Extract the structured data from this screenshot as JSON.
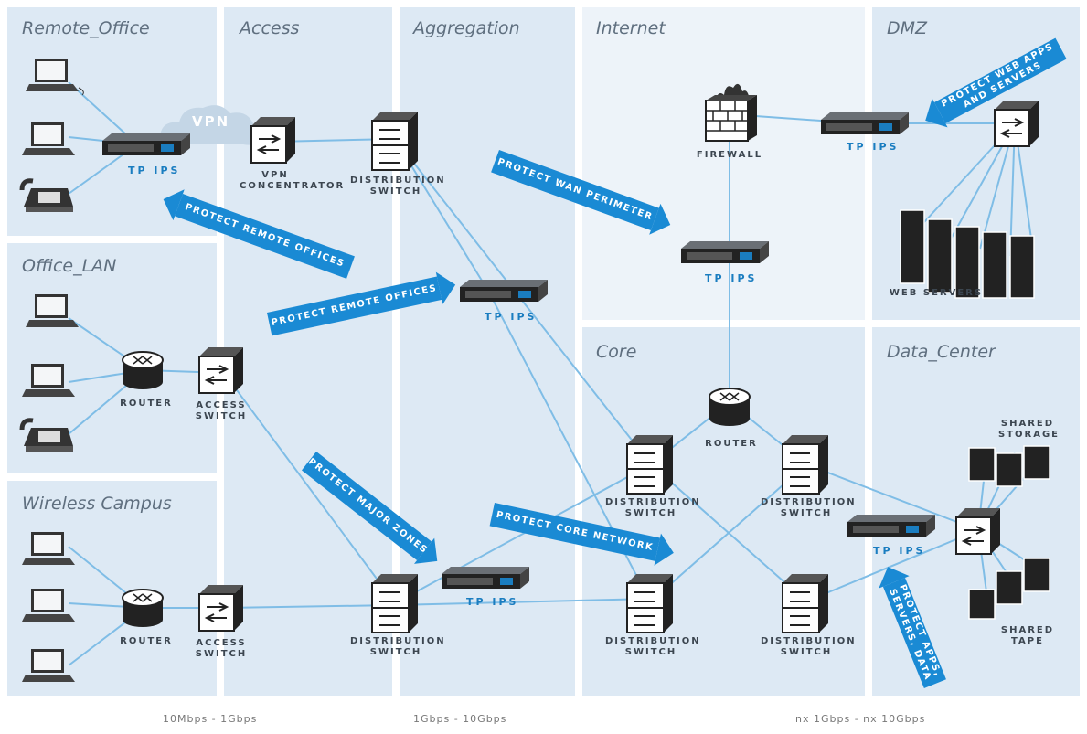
{
  "zones": {
    "remote_office": "Remote_Office",
    "access": "Access",
    "aggregation": "Aggregation",
    "internet": "Internet",
    "dmz": "DMZ",
    "office_lan": "Office_LAN",
    "core": "Core",
    "data_center": "Data_Center",
    "wireless_campus": "Wireless Campus"
  },
  "labels": {
    "vpn": "VPN",
    "tp_ips": "TP IPS",
    "vpn_concentrator_1": "VPN",
    "vpn_concentrator_2": "CONCENTRATOR",
    "distribution_1": "DISTRIBUTION",
    "distribution_2": "SWITCH",
    "firewall": "FIREWALL",
    "web_servers": "WEB SERVERS",
    "router": "ROUTER",
    "access_1": "ACCESS",
    "access_2": "SWITCH",
    "shared_storage_1": "SHARED",
    "shared_storage_2": "STORAGE",
    "shared_tape_1": "SHARED",
    "shared_tape_2": "TAPE"
  },
  "arrows": {
    "protect_remote_offices": "PROTECT REMOTE OFFICES",
    "protect_wan_perimeter": "PROTECT WAN PERIMETER",
    "protect_web_apps_1": "PROTECT WEB APPS",
    "protect_web_apps_2": "AND SERVERS",
    "protect_major_zones": "PROTECT MAJOR ZONES",
    "protect_core_network": "PROTECT CORE NETWORK",
    "protect_apps_1": "PROTECT APPS,",
    "protect_apps_2": "SERVERS, DATA"
  },
  "speeds": {
    "access": "10Mbps - 1Gbps",
    "aggregation": "1Gbps - 10Gbps",
    "core": "nx 1Gbps - nx 10Gbps"
  },
  "colors": {
    "zone_bg": "#dde9f4",
    "internet_bg": "#edf3f9",
    "link": "#7fbde6",
    "arrow": "#1a8ad4",
    "ips_label": "#1a7dc0"
  }
}
